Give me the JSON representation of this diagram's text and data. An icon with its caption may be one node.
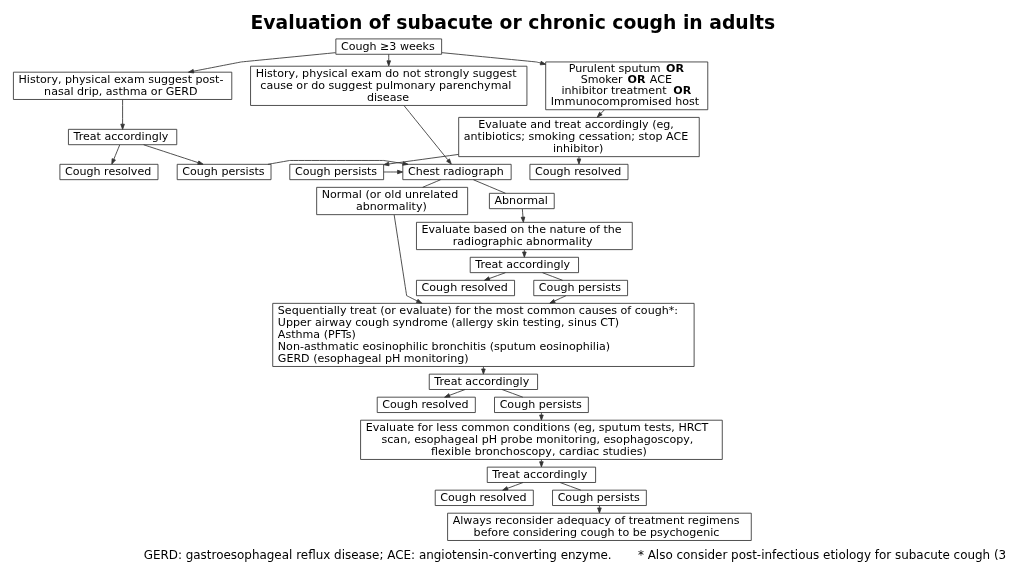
{
  "diagram": {
    "title": "Evaluation of subacute or chronic cough in adults",
    "nodes": [
      {
        "text": [
          "Cough ≥3 weeks"
        ]
      },
      {
        "text": [
          "History, physical exam suggest post-nasal drip, asthma or GERD"
        ]
      },
      {
        "text": [
          "History, physical exam do not strongly suggest cause or do suggest pulmonary parenchymal disease"
        ]
      },
      {
        "text": [
          "Purulent sputum **OR** Smoker **OR** ACE inhibitor treatment **OR** Immunocompromised host"
        ]
      },
      {
        "text": [
          "Treat accordingly"
        ]
      },
      {
        "text": [
          "Evaluate and treat accordingly (eg, antibiotics; smoking cessation; stop ACE inhibitor)"
        ]
      },
      {
        "text": [
          "Cough resolved"
        ]
      },
      {
        "text": [
          "Cough persists"
        ]
      },
      {
        "text": [
          "Chest radiograph"
        ]
      },
      {
        "text": [
          "Cough persists"
        ]
      },
      {
        "text": [
          "Cough resolved"
        ]
      },
      {
        "text": [
          "Normal (or old unrelated abnormality)"
        ]
      },
      {
        "text": [
          "Abnormal"
        ]
      },
      {
        "text": [
          "Evaluate based on the nature of the radiographic abnormality"
        ]
      },
      {
        "text": [
          "Treat accordingly"
        ]
      },
      {
        "text": [
          "Cough persists"
        ]
      },
      {
        "text": [
          "Cough resolved"
        ]
      },
      {
        "text": [
          "Sequentially treat (or evaluate) for the most common causes of cough*:",
          "Upper airway cough syndrome (allergy skin testing, sinus CT)",
          "Asthma (PFTs)",
          "Non-asthmatic eosinophilic bronchitis (sputum eosinophilia)",
          "GERD (esophageal pH monitoring)"
        ]
      },
      {
        "text": [
          "Treat accordingly"
        ]
      },
      {
        "text": [
          "Cough resolved"
        ]
      },
      {
        "text": [
          "Cough persists"
        ]
      },
      {
        "text": [
          "Evaluate for less common conditions (eg, sputum tests, HRCT scan, esophageal pH probe monitoring, esophagoscopy, flexible bronchoscopy, cardiac studies)"
        ]
      },
      {
        "text": [
          "Treat accordingly"
        ]
      },
      {
        "text": [
          "Cough resolved"
        ]
      },
      {
        "text": [
          "Cough persists"
        ]
      },
      {
        "text": [
          "Always reconsider adequacy of treatment regimens before considering cough to be psychogenic"
        ]
      }
    ],
    "edges": [
      {
        "from": 0,
        "to": 1,
        "arrow": "to"
      },
      {
        "from": 0,
        "to": 2,
        "arrow": "to"
      },
      {
        "from": 0,
        "to": 3,
        "arrow": "to"
      },
      {
        "from": 1,
        "to": 4,
        "arrow": "to"
      },
      {
        "from": 3,
        "to": 5,
        "arrow": "to"
      },
      {
        "from": 4,
        "to": 6,
        "arrow": "to"
      },
      {
        "from": 4,
        "to": 7,
        "arrow": "to"
      },
      {
        "from": 2,
        "to": 8,
        "arrow": "to"
      },
      {
        "from": 5,
        "to": 9,
        "arrow": "to"
      },
      {
        "from": 5,
        "to": 10,
        "arrow": "to"
      },
      {
        "from": 7,
        "to": 8,
        "arrow": "to"
      },
      {
        "from": 9,
        "to": 8,
        "arrow": "to"
      },
      {
        "from": 8,
        "to": 11,
        "arrow": "none"
      },
      {
        "from": 8,
        "to": 12,
        "arrow": "none"
      },
      {
        "from": 12,
        "to": 13,
        "arrow": "to"
      },
      {
        "from": 13,
        "to": 14,
        "arrow": "to"
      },
      {
        "from": 14,
        "to": 15,
        "arrow": "none"
      },
      {
        "from": 14,
        "to": 16,
        "arrow": "to"
      },
      {
        "from": 11,
        "to": 17,
        "arrow": "to"
      },
      {
        "from": 15,
        "to": 17,
        "arrow": "to"
      },
      {
        "from": 17,
        "to": 18,
        "arrow": "to"
      },
      {
        "from": 18,
        "to": 19,
        "arrow": "to"
      },
      {
        "from": 18,
        "to": 20,
        "arrow": "none"
      },
      {
        "from": 20,
        "to": 21,
        "arrow": "to"
      },
      {
        "from": 21,
        "to": 22,
        "arrow": "to"
      },
      {
        "from": 22,
        "to": 23,
        "arrow": "to"
      },
      {
        "from": 22,
        "to": 24,
        "arrow": "none"
      },
      {
        "from": 24,
        "to": 25,
        "arrow": "to"
      }
    ],
    "labels": [
      "GERD: gastroesophageal reflux disease; ACE: angiotensin-converting enzyme.",
      "* Also consider post-infectious etiology for subacute cough (3"
    ]
  }
}
